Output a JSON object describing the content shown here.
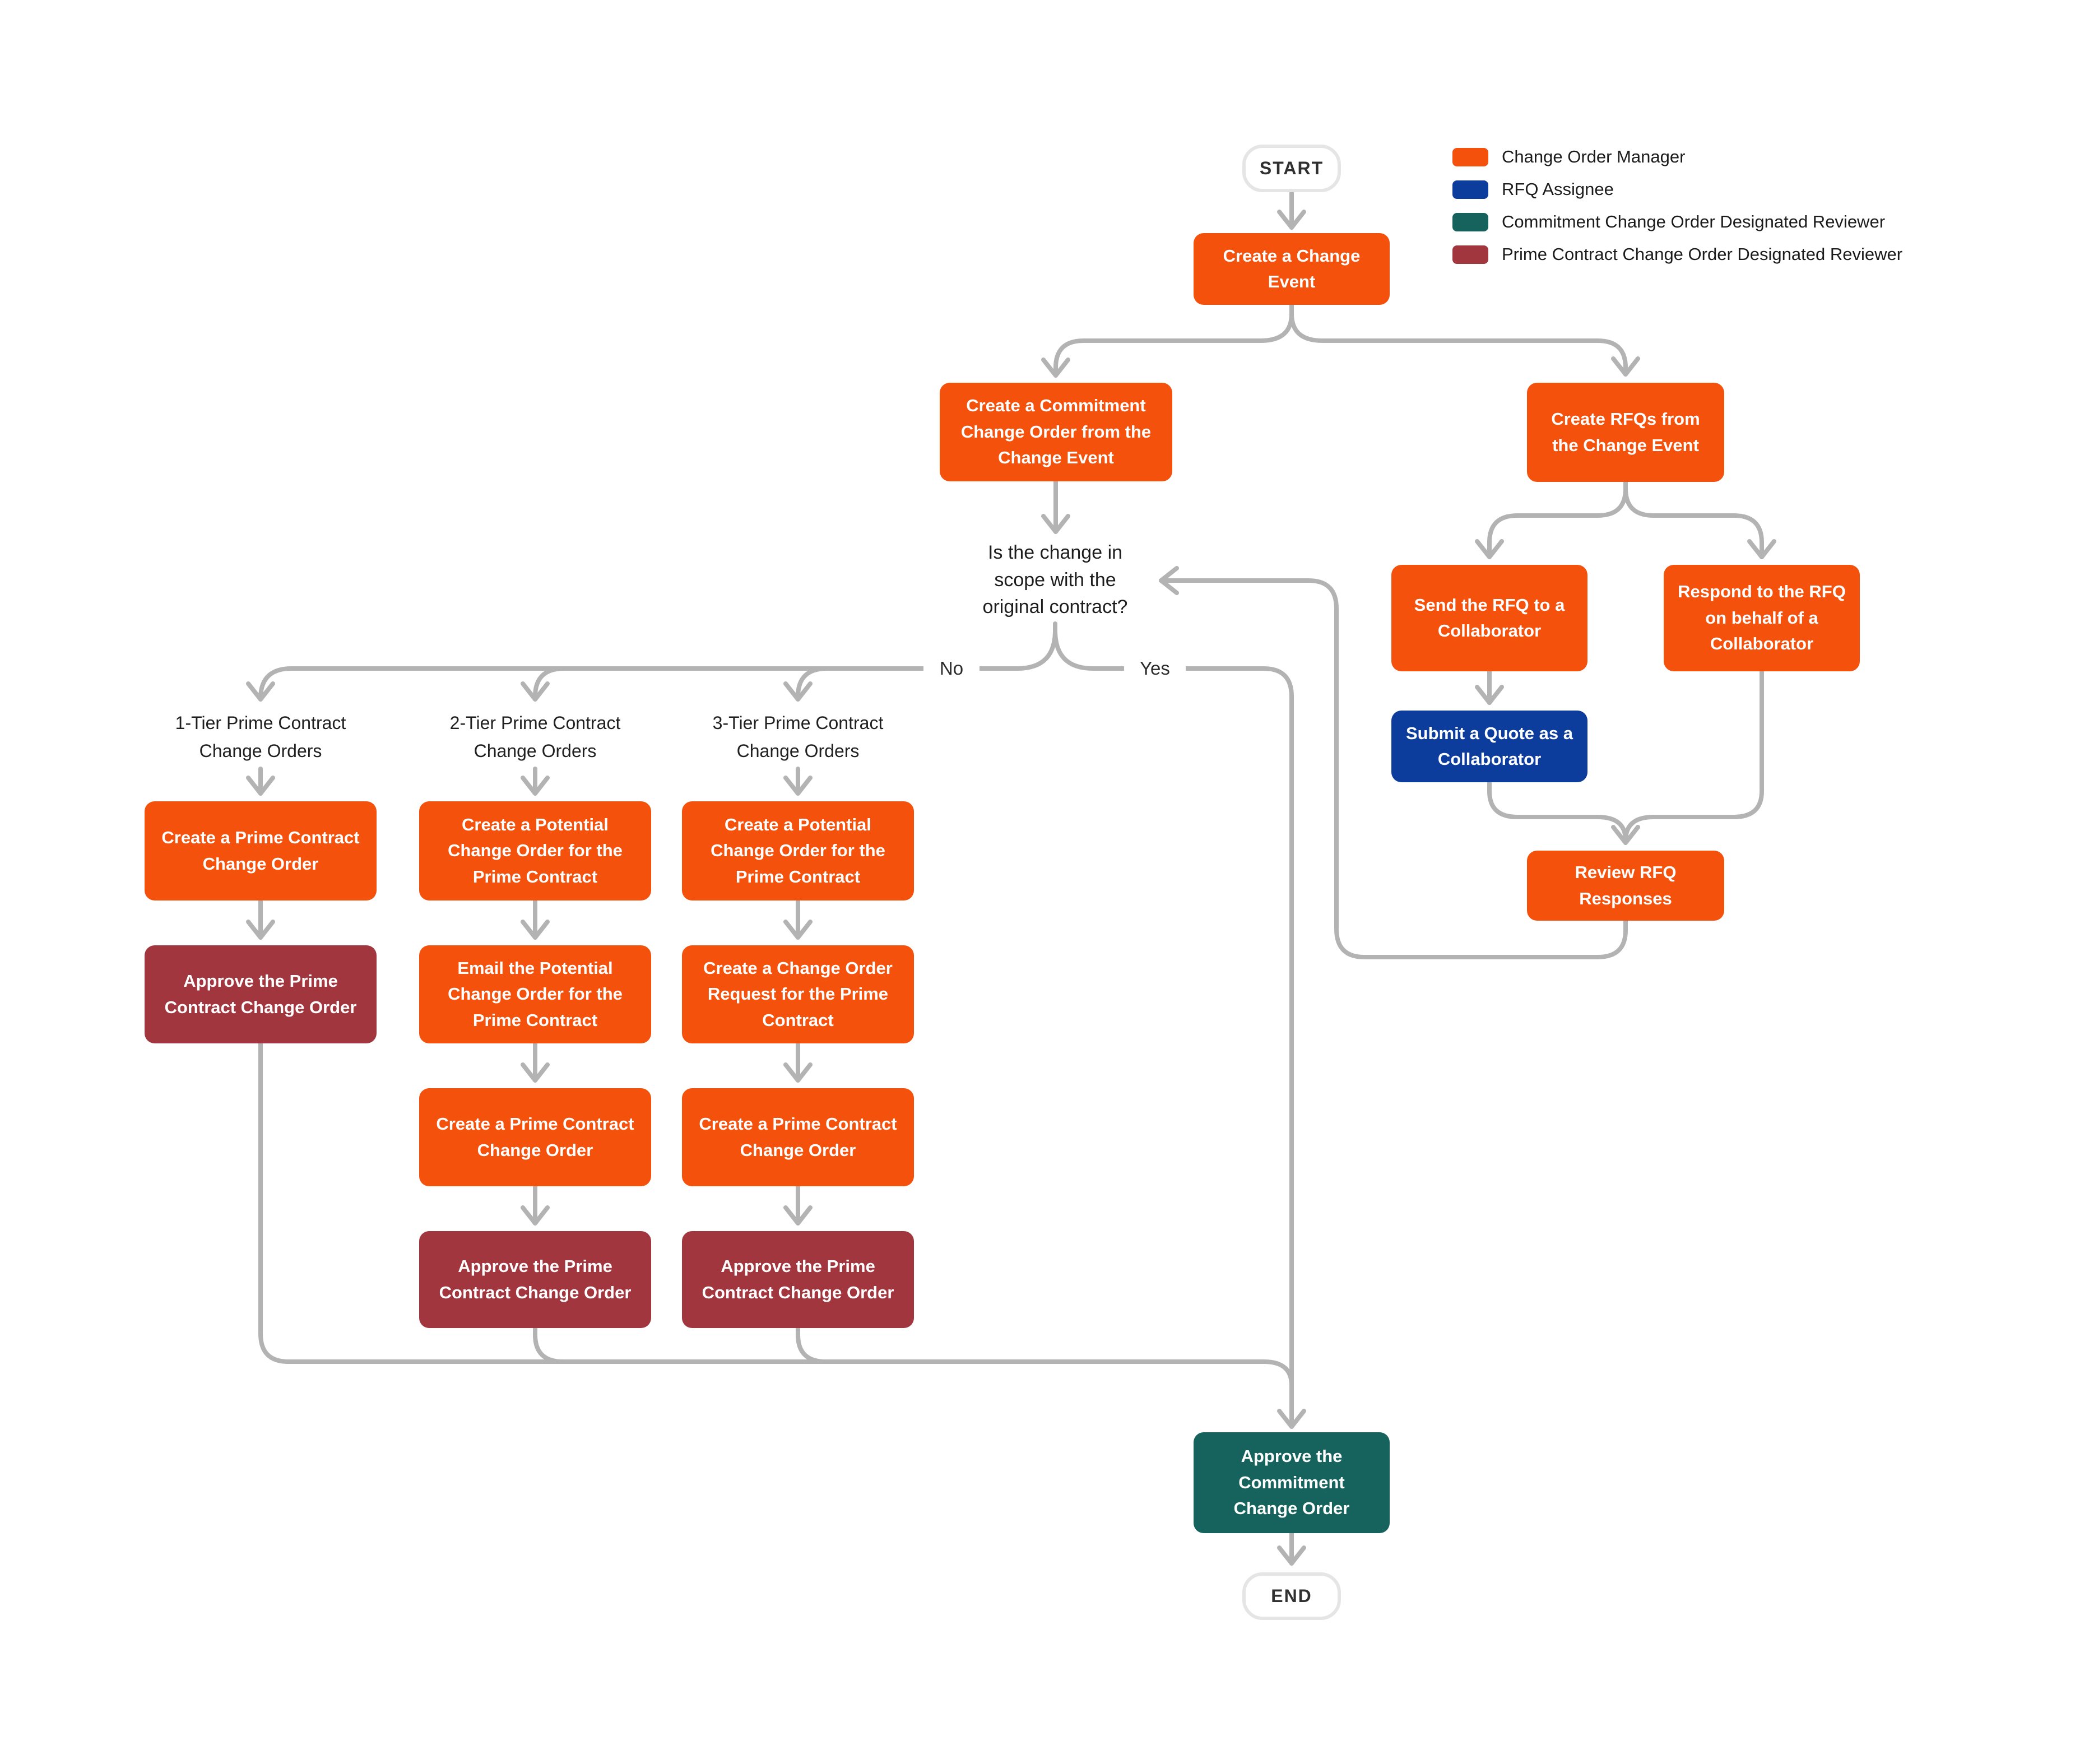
{
  "legend": {
    "items": [
      {
        "id": "change-order-manager",
        "label": "Change Order Manager",
        "color": "#F4510C"
      },
      {
        "id": "rfq-assignee",
        "label": "RFQ Assignee",
        "color": "#0C3C9C"
      },
      {
        "id": "commitment-change-order-designated-reviewer",
        "label": "Commitment Change Order Designated Reviewer",
        "color": "#16635D"
      },
      {
        "id": "prime-contract-change-order-designated-reviewer",
        "label": "Prime Contract Change Order Designated Reviewer",
        "color": "#A2363E"
      }
    ]
  },
  "terminators": {
    "start": "START",
    "end": "END"
  },
  "decision": {
    "question": "Is the change in\nscope with the\noriginal contract?",
    "no_label": "No",
    "yes_label": "Yes"
  },
  "branch_headers": {
    "tier1": "1-Tier Prime Contract\nChange Orders",
    "tier2": "2-Tier Prime Contract\nChange Orders",
    "tier3": "3-Tier Prime Contract\nChange Orders"
  },
  "nodes": {
    "create_change_event": {
      "label": "Create a Change\nEvent",
      "role": "change-order-manager"
    },
    "create_commitment_co": {
      "label": "Create a Commitment\nChange Order from the\nChange Event",
      "role": "change-order-manager"
    },
    "create_rfqs": {
      "label": "Create RFQs from\nthe Change Event",
      "role": "change-order-manager"
    },
    "send_rfq": {
      "label": "Send the RFQ to a\nCollaborator",
      "role": "change-order-manager"
    },
    "respond_rfq": {
      "label": "Respond to the RFQ\non behalf of a\nCollaborator",
      "role": "change-order-manager"
    },
    "submit_quote": {
      "label": "Submit a Quote as a\nCollaborator",
      "role": "rfq-assignee"
    },
    "review_rfq": {
      "label": "Review RFQ\nResponses",
      "role": "change-order-manager"
    },
    "t1_create_pcco": {
      "label": "Create a Prime Contract\nChange Order",
      "role": "change-order-manager"
    },
    "t1_approve_pcco": {
      "label": "Approve the Prime\nContract Change Order",
      "role": "prime-contract-change-order-designated-reviewer"
    },
    "t2_create_potential": {
      "label": "Create a Potential\nChange Order for the\nPrime Contract",
      "role": "change-order-manager"
    },
    "t2_email_potential": {
      "label": "Email the Potential\nChange Order for the\nPrime Contract",
      "role": "change-order-manager"
    },
    "t2_create_pcco": {
      "label": "Create a Prime Contract\nChange Order",
      "role": "change-order-manager"
    },
    "t2_approve_pcco": {
      "label": "Approve the Prime\nContract Change Order",
      "role": "prime-contract-change-order-designated-reviewer"
    },
    "t3_create_potential": {
      "label": "Create a Potential\nChange Order for the\nPrime Contract",
      "role": "change-order-manager"
    },
    "t3_create_request": {
      "label": "Create a Change Order\nRequest for the Prime\nContract",
      "role": "change-order-manager"
    },
    "t3_create_pcco": {
      "label": "Create a Prime Contract\nChange Order",
      "role": "change-order-manager"
    },
    "t3_approve_pcco": {
      "label": "Approve the Prime\nContract Change Order",
      "role": "prime-contract-change-order-designated-reviewer"
    },
    "approve_commitment_co": {
      "label": "Approve the\nCommitment\nChange Order",
      "role": "commitment-change-order-designated-reviewer"
    }
  },
  "wire_color": "#B3B3B3"
}
